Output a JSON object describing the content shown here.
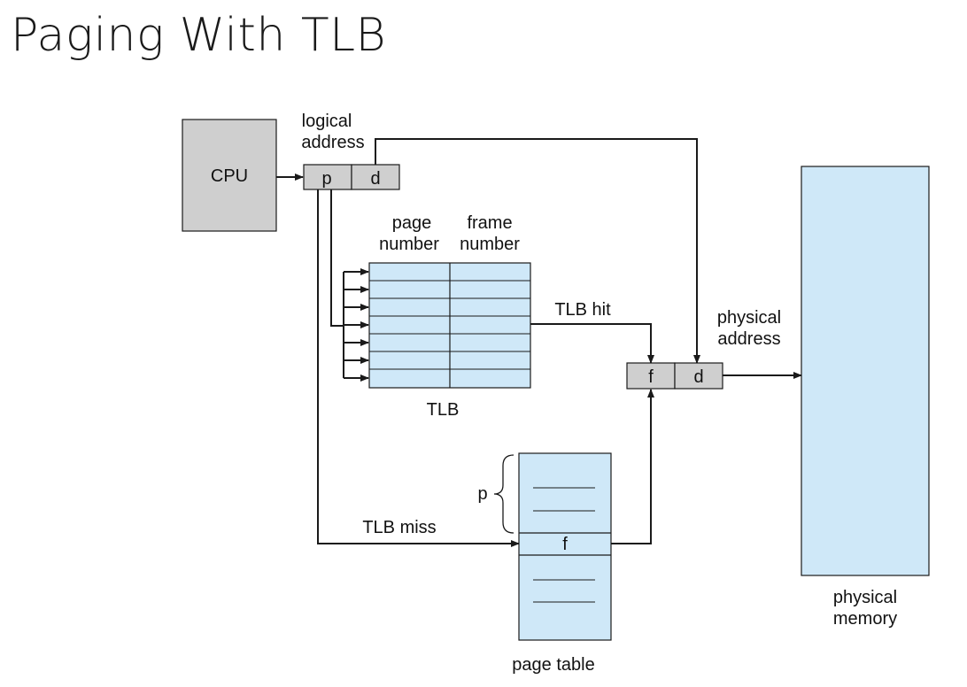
{
  "title": "Paging With TLB",
  "diagram": {
    "cpu_label": "CPU",
    "logical_address_line1": "logical",
    "logical_address_line2": "address",
    "p_label": "p",
    "d_label": "d",
    "tlb_header_page_line1": "page",
    "tlb_header_page_line2": "number",
    "tlb_header_frame_line1": "frame",
    "tlb_header_frame_line2": "number",
    "tlb_label": "TLB",
    "tlb_hit_label": "TLB hit",
    "tlb_miss_label": "TLB miss",
    "physical_address_line1": "physical",
    "physical_address_line2": "address",
    "f_label": "f",
    "pt_p_label": "p",
    "pt_f_label": "f",
    "page_table_label": "page table",
    "physical_memory_line1": "physical",
    "physical_memory_line2": "memory",
    "colors": {
      "cpu_fill": "#cfcfcf",
      "register_fill": "#cfcfcf",
      "table_fill": "#cfe8f8",
      "line": "#1a1a1a"
    }
  }
}
